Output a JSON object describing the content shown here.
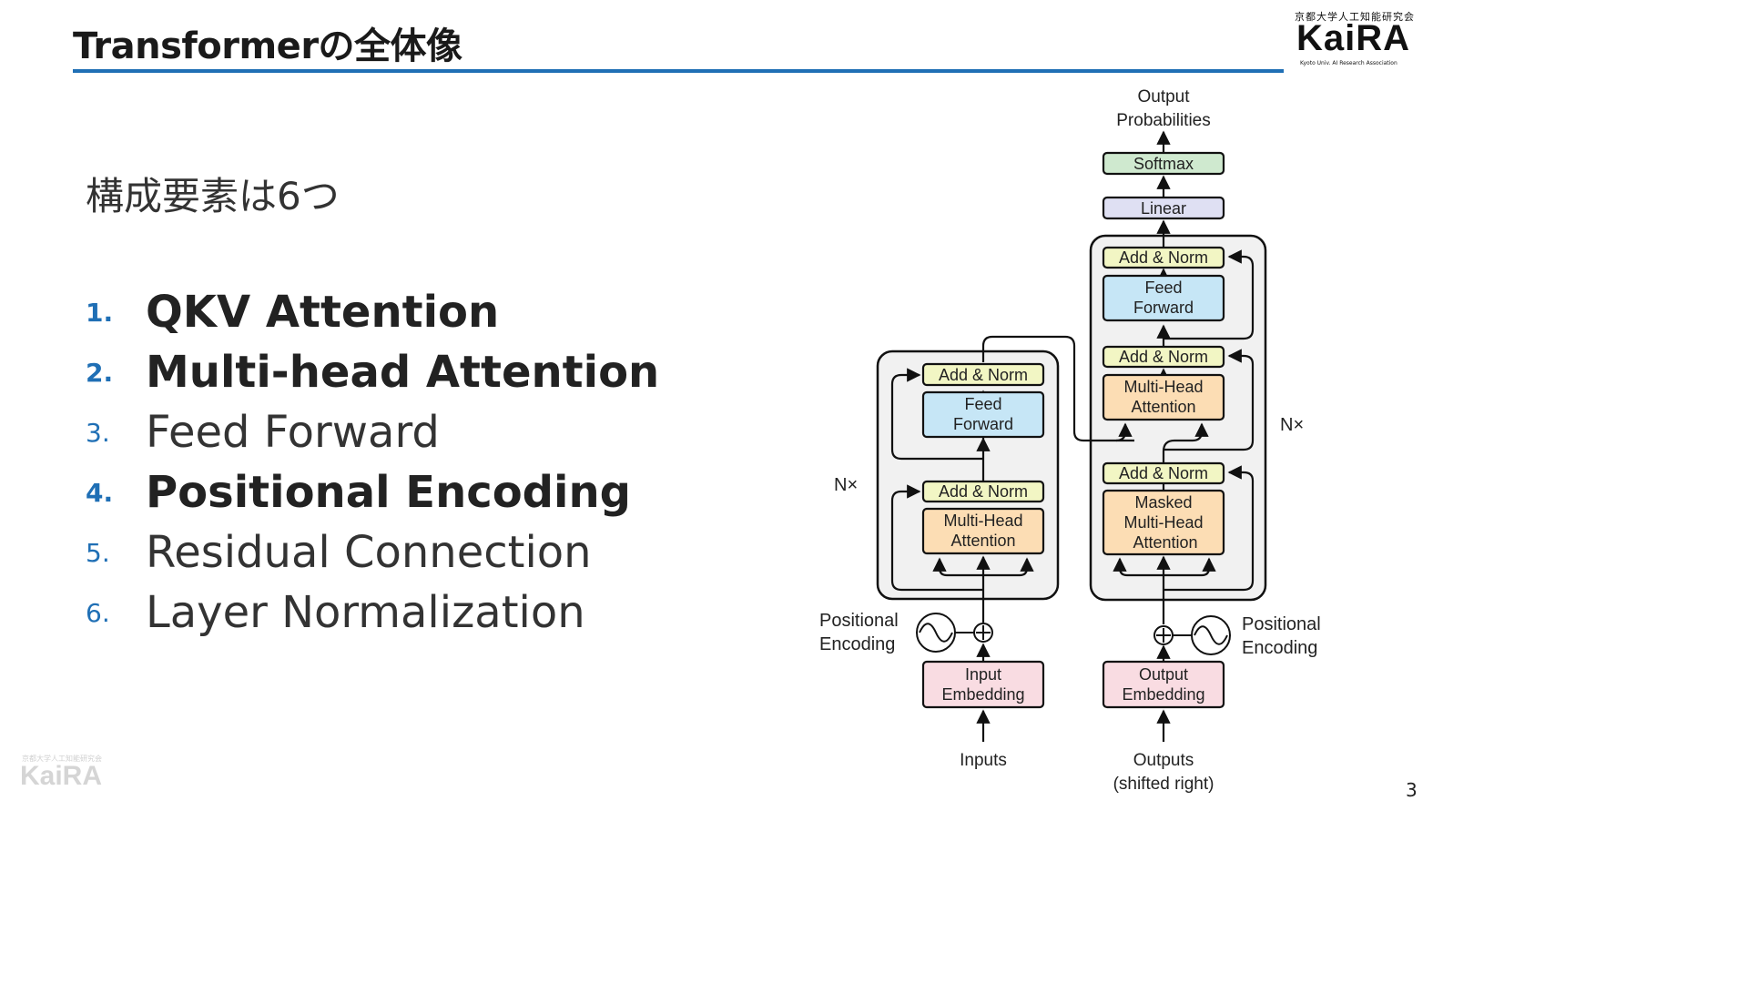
{
  "slide": {
    "title": "Transformerの全体像",
    "subtitle": "構成要素は6つ",
    "page_number": "3"
  },
  "logo": {
    "org_jp": "京都大学人工知能研究会",
    "wordmark": "KaiRA",
    "org_en": "Kyoto Univ. AI Research Association"
  },
  "watermark": {
    "org_jp": "京都大学人工知能研究会",
    "wordmark": "KaiRA"
  },
  "components": [
    {
      "num": "1.",
      "label": "QKV Attention",
      "bold": true
    },
    {
      "num": "2.",
      "label": "Multi-head Attention",
      "bold": true
    },
    {
      "num": "3.",
      "label": "Feed Forward",
      "bold": false
    },
    {
      "num": "4.",
      "label": "Positional Encoding",
      "bold": true
    },
    {
      "num": "5.",
      "label": "Residual Connection",
      "bold": false
    },
    {
      "num": "6.",
      "label": "Layer Normalization",
      "bold": false
    }
  ],
  "diagram": {
    "output_probabilities": [
      "Output",
      "Probabilities"
    ],
    "softmax": "Softmax",
    "linear": "Linear",
    "encoder": {
      "add_norm_top": "Add & Norm",
      "feed_forward": [
        "Feed",
        "Forward"
      ],
      "add_norm_bottom": "Add & Norm",
      "multi_head_attention": [
        "Multi-Head",
        "Attention"
      ],
      "nx": "N×"
    },
    "decoder": {
      "add_norm_1": "Add & Norm",
      "feed_forward": [
        "Feed",
        "Forward"
      ],
      "add_norm_2": "Add & Norm",
      "multi_head_attention": [
        "Multi-Head",
        "Attention"
      ],
      "add_norm_3": "Add & Norm",
      "masked_attention": [
        "Masked",
        "Multi-Head",
        "Attention"
      ],
      "nx": "N×"
    },
    "positional_encoding_left": [
      "Positional",
      "Encoding"
    ],
    "positional_encoding_right": [
      "Positional",
      "Encoding"
    ],
    "input_embedding": [
      "Input",
      "Embedding"
    ],
    "output_embedding": [
      "Output",
      "Embedding"
    ],
    "inputs": "Inputs",
    "outputs": [
      "Outputs",
      "(shifted right)"
    ]
  },
  "colors": {
    "accent": "#1f6fb5",
    "add_norm": "#f2f6c4",
    "feed_forward": "#c6e6f6",
    "attention": "#fcddb4",
    "embedding": "#f9dce2",
    "linear": "#dfe0f3",
    "softmax": "#cfe9cf",
    "block_bg": "#f1f1f1"
  }
}
